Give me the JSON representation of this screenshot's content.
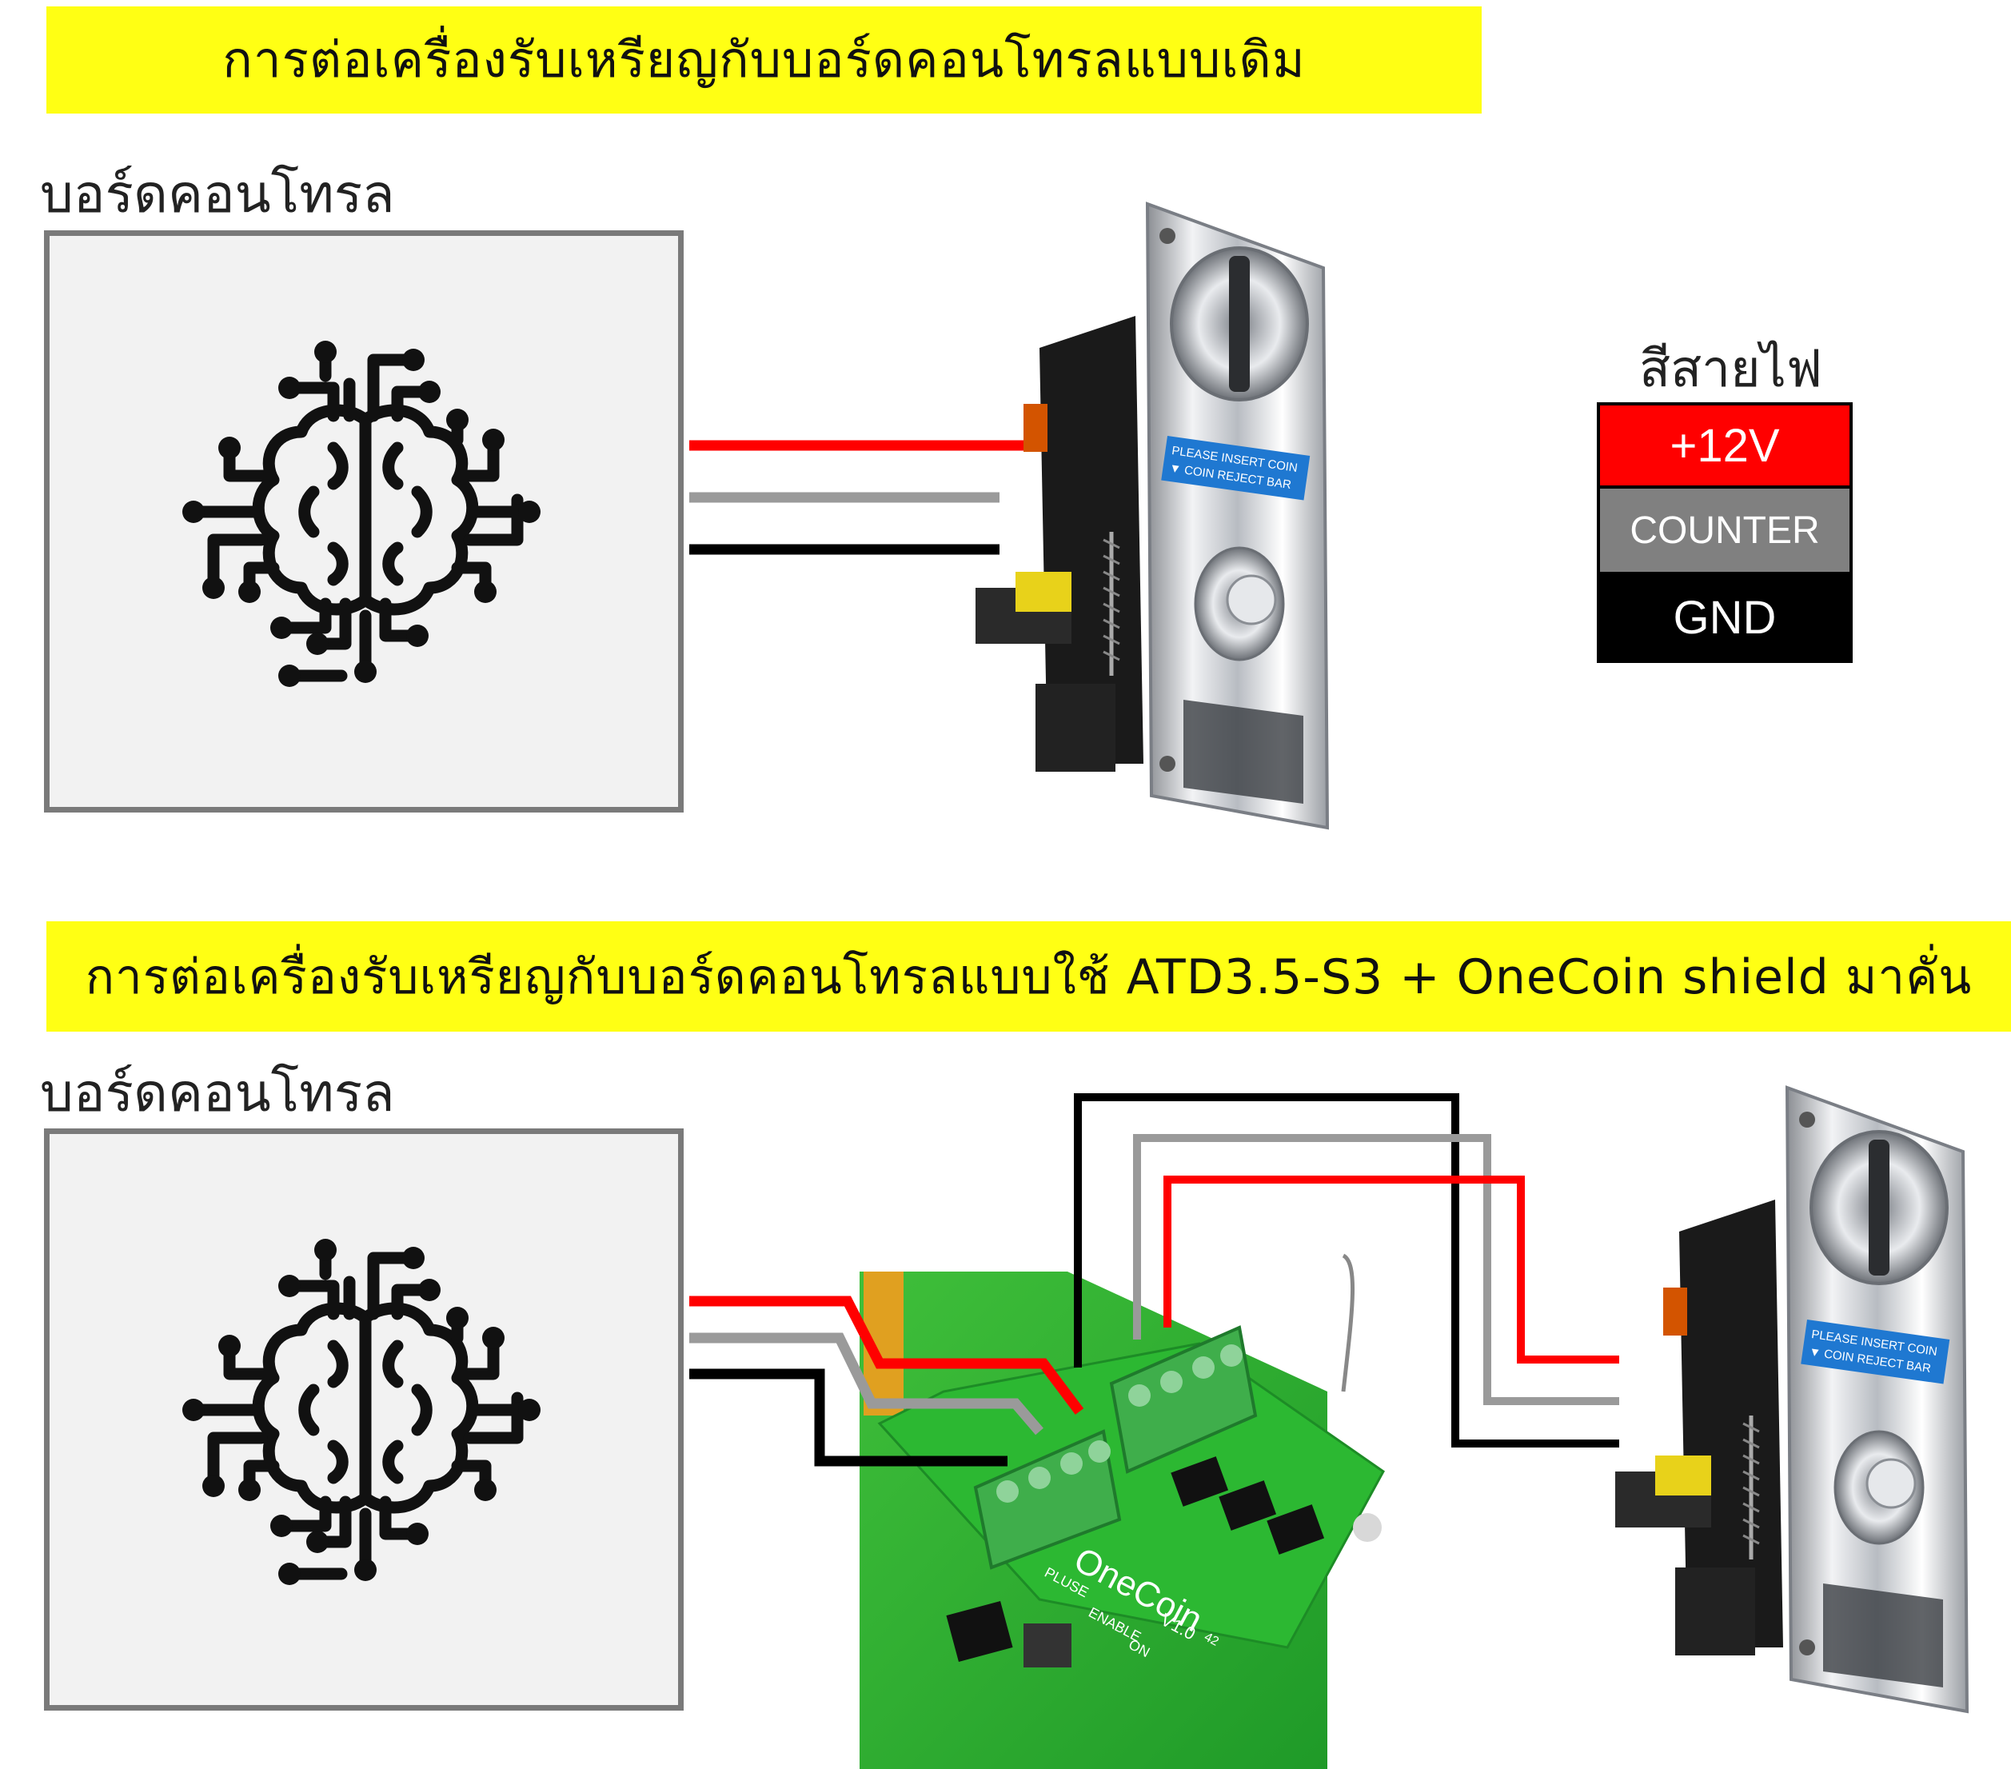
{
  "section1": {
    "title": "การต่อเครื่องรับเหรียญกับบอร์ดคอนโทรลแบบเดิม",
    "board_label": "บอร์ดคอนโทรล"
  },
  "section2": {
    "title": "การต่อเครื่องรับเหรียญกับบอร์ดคอนโทรลแบบใช้ ATD3.5-S3 + OneCoin shield มาคั่น",
    "board_label": "บอร์ดคอนโทรล"
  },
  "legend": {
    "title": "สีสายไฟ",
    "items": [
      {
        "label": "+12V",
        "color": "#ff0000"
      },
      {
        "label": "COUNTER",
        "color": "#808080"
      },
      {
        "label": "GND",
        "color": "#000000"
      }
    ]
  },
  "coin_acceptor": {
    "sticker_line1": "PLEASE INSERT COIN",
    "sticker_line2": "▼ COIN REJECT BAR"
  },
  "shield": {
    "name": "OneCoin",
    "version": "V1.0",
    "silk_pulse": "PLUSE",
    "silk_enable": "ENABLE",
    "silk_on": "ON",
    "silk_num": "42"
  },
  "icons": {
    "brain": "brain-circuit-icon"
  }
}
